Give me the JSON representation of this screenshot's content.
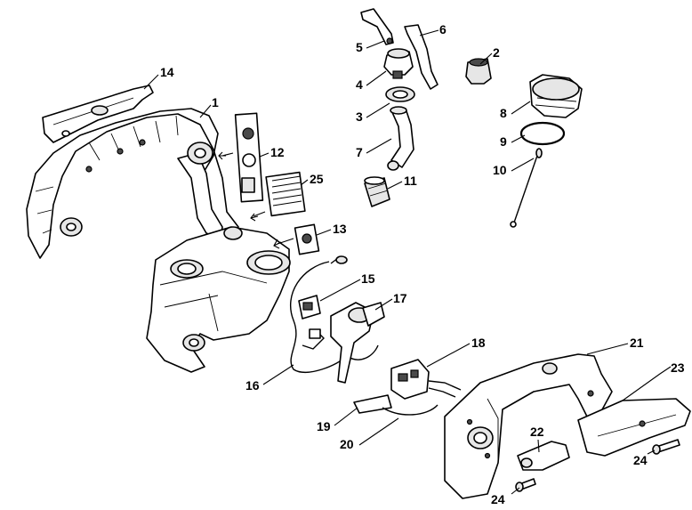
{
  "callouts": [
    {
      "id": "1",
      "label": "1"
    },
    {
      "id": "2",
      "label": "2"
    },
    {
      "id": "3",
      "label": "3"
    },
    {
      "id": "4",
      "label": "4"
    },
    {
      "id": "5",
      "label": "5"
    },
    {
      "id": "6",
      "label": "6"
    },
    {
      "id": "7",
      "label": "7"
    },
    {
      "id": "8",
      "label": "8"
    },
    {
      "id": "9",
      "label": "9"
    },
    {
      "id": "10",
      "label": "10"
    },
    {
      "id": "11",
      "label": "11"
    },
    {
      "id": "12",
      "label": "12"
    },
    {
      "id": "13",
      "label": "13"
    },
    {
      "id": "14",
      "label": "14"
    },
    {
      "id": "15",
      "label": "15"
    },
    {
      "id": "16",
      "label": "16"
    },
    {
      "id": "17",
      "label": "17"
    },
    {
      "id": "18",
      "label": "18"
    },
    {
      "id": "19",
      "label": "19"
    },
    {
      "id": "20",
      "label": "20"
    },
    {
      "id": "21",
      "label": "21"
    },
    {
      "id": "22",
      "label": "22"
    },
    {
      "id": "23",
      "label": "23"
    },
    {
      "id": "24a",
      "label": "24"
    },
    {
      "id": "24b",
      "label": "24"
    },
    {
      "id": "25",
      "label": "25"
    }
  ]
}
